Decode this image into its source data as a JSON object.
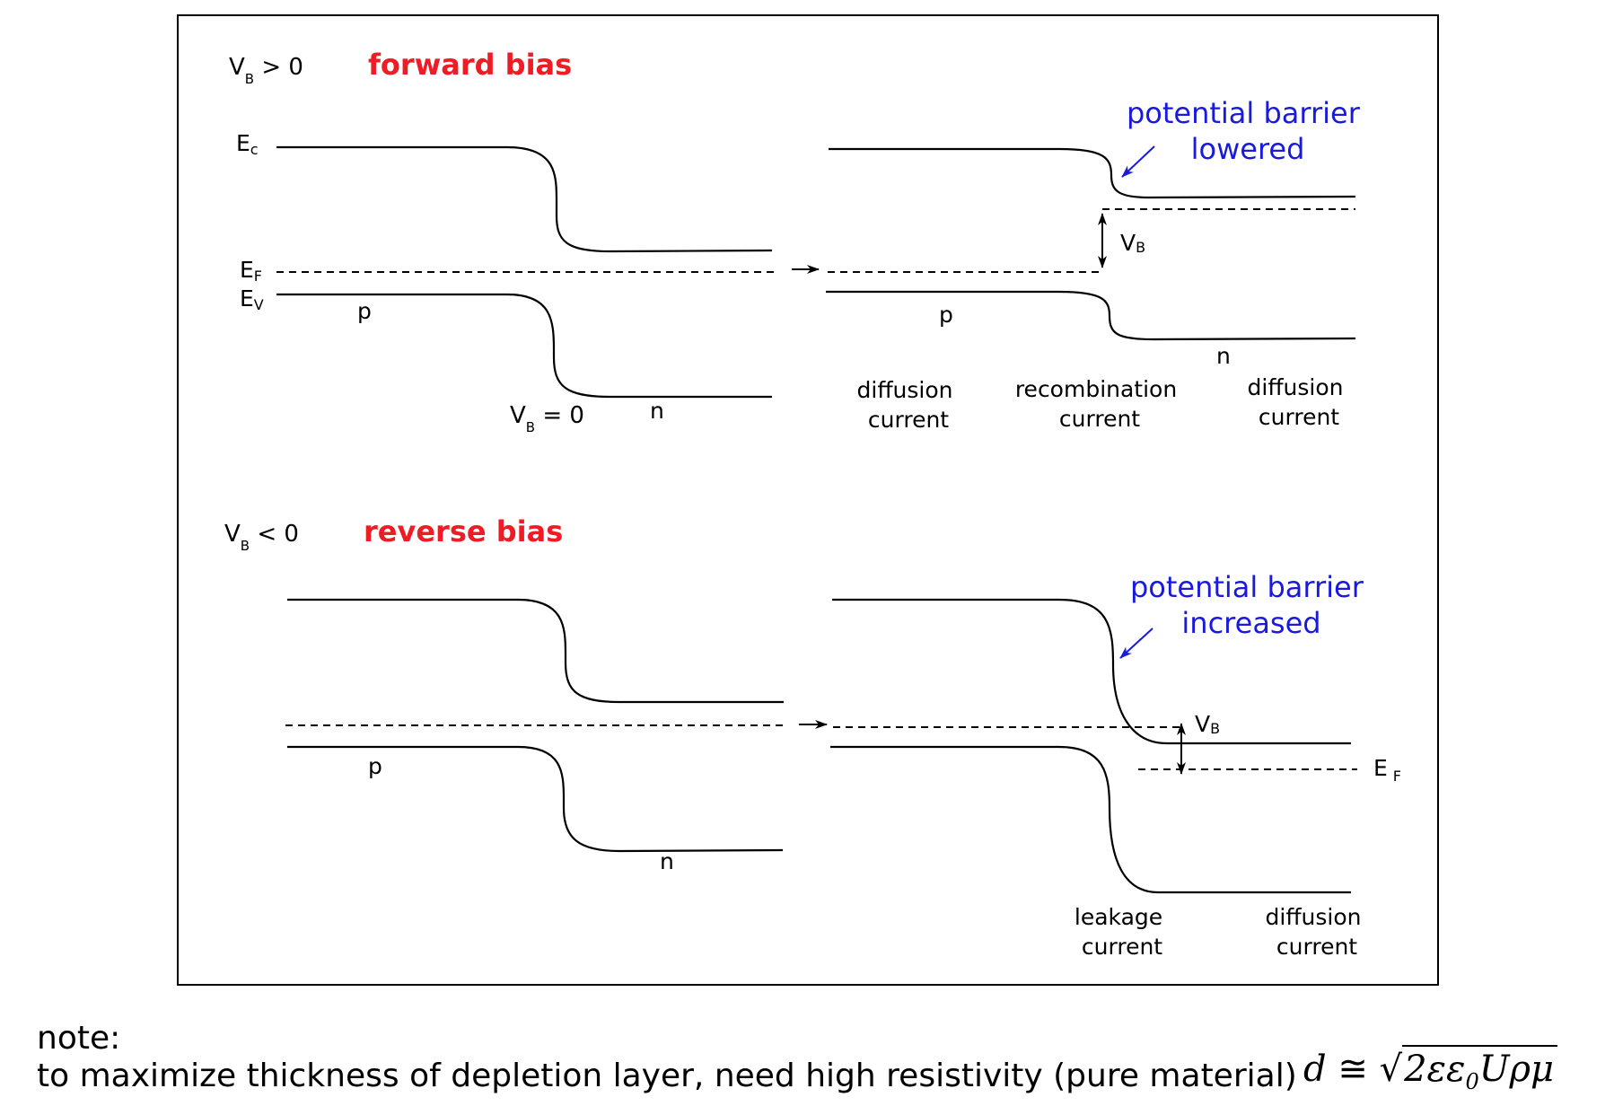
{
  "diagram": {
    "forward": {
      "condition": {
        "v": "V",
        "sub": "B",
        "rel": " > 0"
      },
      "title": "forward bias",
      "label_ec": {
        "main": "E",
        "sub": "c"
      },
      "label_ef": {
        "main": "E",
        "sub": "F"
      },
      "label_ev": {
        "main": "E",
        "sub": "V"
      },
      "left_p": "p",
      "left_n": "n",
      "zero_bias": {
        "v": "V",
        "sub": "B",
        "rel": " = 0"
      },
      "right_p": "p",
      "right_n": "n",
      "barrier_note": [
        "potential barrier",
        "lowered"
      ],
      "vb_label": {
        "main": "V",
        "sub": "B"
      },
      "currents": [
        [
          "diffusion",
          "current"
        ],
        [
          "recombination",
          "current"
        ],
        [
          "diffusion",
          "current"
        ]
      ]
    },
    "reverse": {
      "condition": {
        "v": "V",
        "sub": "B",
        "rel": " < 0"
      },
      "title": "reverse bias",
      "left_p": "p",
      "left_n": "n",
      "barrier_note": [
        "potential barrier",
        "increased"
      ],
      "vb_label": {
        "main": "V",
        "sub": "B"
      },
      "ef_label": {
        "main": "E",
        "sub": "F"
      },
      "currents": [
        [
          "leakage",
          "current"
        ],
        [
          "diffusion",
          "current"
        ]
      ]
    },
    "colors": {
      "title": "#ee1c25",
      "annotation": "#1a1adc",
      "line": "#000000"
    }
  },
  "note": {
    "heading": "note:",
    "text": "to maximize thickness of depletion layer, need high resistivity (pure material)",
    "formula": {
      "lhs": "d",
      "op": "≅",
      "radical": "√",
      "radicand": "2εε",
      "radicand_sub": "0",
      "radicand_rest": "Uρμ"
    }
  }
}
